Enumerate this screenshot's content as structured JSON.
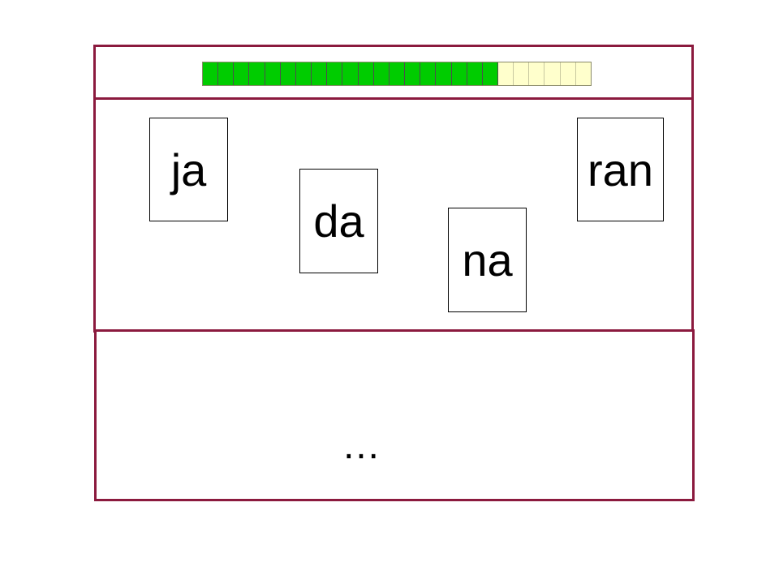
{
  "progress": {
    "total_segments": 25,
    "filled_segments": 19,
    "filled_color": "#00cc00",
    "empty_color": "#ffffcc"
  },
  "panel_border_color": "#8b1a3e",
  "cards": [
    {
      "text": "ja"
    },
    {
      "text": "da"
    },
    {
      "text": "na"
    },
    {
      "text": "ran"
    }
  ],
  "answer": {
    "text": "…"
  }
}
